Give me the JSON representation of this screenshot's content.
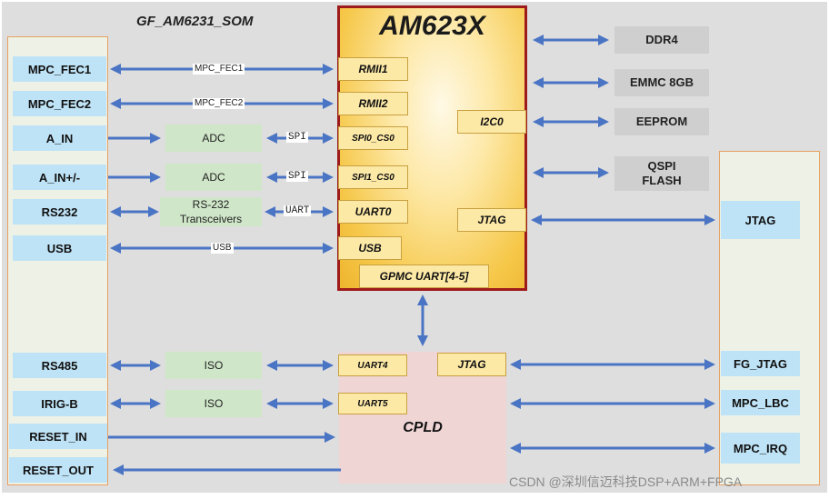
{
  "som_title": "GF_AM6231_SOM",
  "cpu": {
    "title": "AM623X",
    "ports": {
      "rmii1": "RMII1",
      "rmii2": "RMII2",
      "spi0": "SPI0_CS0",
      "spi1": "SPI1_CS0",
      "uart0": "UART0",
      "usb": "USB",
      "gpmc": "GPMC UART[4-5]",
      "i2c0": "I2C0",
      "jtag": "JTAG"
    }
  },
  "left_interfaces": {
    "mpc_fec1": "MPC_FEC1",
    "mpc_fec2": "MPC_FEC2",
    "a_in": "A_IN",
    "a_in_pm": "A_IN+/-",
    "rs232": "RS232",
    "usb": "USB",
    "rs485": "RS485",
    "irig_b": "IRIG-B",
    "reset_in": "RESET_IN",
    "reset_out": "RESET_OUT"
  },
  "middle": {
    "adc1": "ADC",
    "adc2": "ADC",
    "rs232_trans": "RS-232 Transceivers",
    "iso1": "ISO",
    "iso2": "ISO"
  },
  "link_labels": {
    "mpc_fec1": "MPC_FEC1",
    "mpc_fec2": "MPC_FEC2",
    "spi_a": "SPI",
    "spi_b": "SPI",
    "uart": "UART",
    "usb": "USB"
  },
  "memory": {
    "ddr4": "DDR4",
    "emmc": "EMMC 8GB",
    "eeprom": "EEPROM",
    "qspi": "QSPI FLASH"
  },
  "right_interfaces": {
    "jtag": "JTAG",
    "fg_jtag": "FG_JTAG",
    "mpc_lbc": "MPC_LBC",
    "mpc_irq": "MPC_IRQ"
  },
  "cpld": {
    "label": "CPLD",
    "uart4": "UART4",
    "uart5": "UART5",
    "jtag": "JTAG"
  },
  "colors": {
    "arrow": "#4a74c4",
    "cpu_border": "#9e1b1b",
    "panel_border": "#e8a060"
  },
  "watermark": "CSDN @深圳信迈科技DSP+ARM+FPGA"
}
